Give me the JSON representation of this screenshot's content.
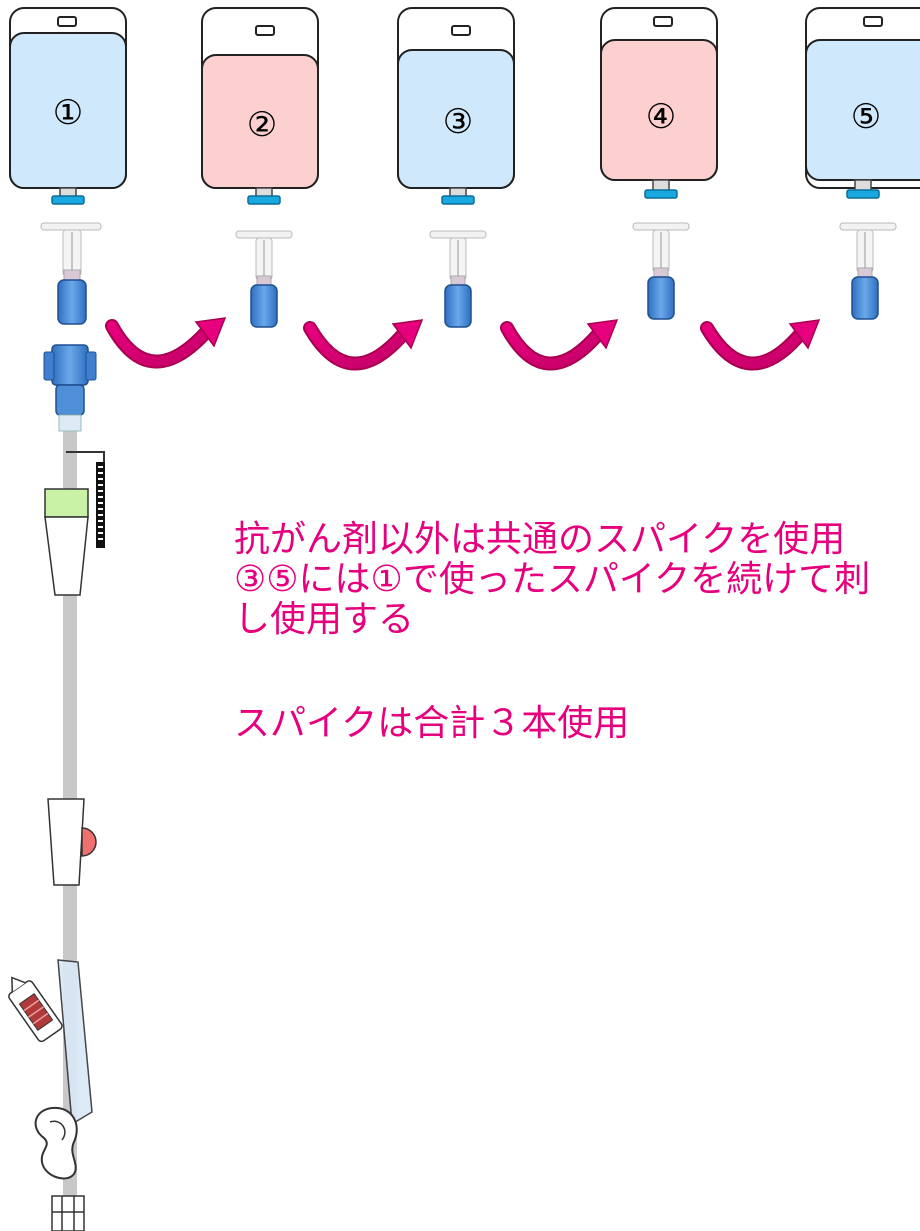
{
  "bags": [
    {
      "label": "①",
      "color": "#cfe8fb"
    },
    {
      "label": "②",
      "color": "#fbd0cf"
    },
    {
      "label": "③",
      "color": "#cfe8fb"
    },
    {
      "label": "④",
      "color": "#fbd0cf"
    },
    {
      "label": "⑤",
      "color": "#cfe8fb"
    }
  ],
  "notes": {
    "line1": "抗がん剤以外は共通のスパイクを使用",
    "line2": "③⑤には①で使ったスパイクを続けて刺",
    "line3": "し使用する",
    "line4": "スパイクは合計３本使用"
  },
  "colors": {
    "bag_blue": "#cfe8fb",
    "bag_pink": "#fbd0cf",
    "arrow": "#e6007e",
    "connector_blue": "#3f7fcf",
    "tube_gray": "#c8c8c8",
    "text": "#e6007e"
  }
}
